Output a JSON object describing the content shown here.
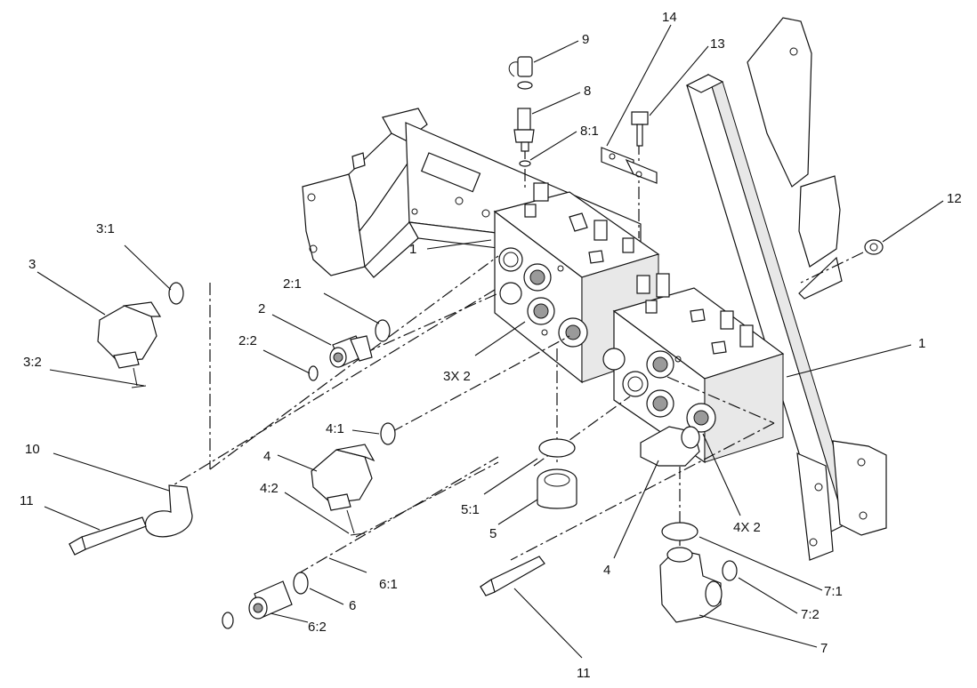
{
  "diagram": {
    "callouts": [
      {
        "id": "c-9",
        "text": "9"
      },
      {
        "id": "c-8",
        "text": "8"
      },
      {
        "id": "c-8-1",
        "text": "8:1"
      },
      {
        "id": "c-14",
        "text": "14"
      },
      {
        "id": "c-13",
        "text": "13"
      },
      {
        "id": "c-12",
        "text": "12"
      },
      {
        "id": "c-1-left",
        "text": "1"
      },
      {
        "id": "c-1-right",
        "text": "1"
      },
      {
        "id": "c-3-1",
        "text": "3:1"
      },
      {
        "id": "c-3",
        "text": "3"
      },
      {
        "id": "c-3-2",
        "text": "3:2"
      },
      {
        "id": "c-2-1",
        "text": "2:1"
      },
      {
        "id": "c-2",
        "text": "2"
      },
      {
        "id": "c-2-2",
        "text": "2:2"
      },
      {
        "id": "c-3x2",
        "text": "3X 2"
      },
      {
        "id": "c-4-1",
        "text": "4:1"
      },
      {
        "id": "c-4-upper",
        "text": "4"
      },
      {
        "id": "c-4-2",
        "text": "4:2"
      },
      {
        "id": "c-10",
        "text": "10"
      },
      {
        "id": "c-11-left",
        "text": "11"
      },
      {
        "id": "c-5-1",
        "text": "5:1"
      },
      {
        "id": "c-5",
        "text": "5"
      },
      {
        "id": "c-4-lower",
        "text": "4"
      },
      {
        "id": "c-4x2",
        "text": "4X 2"
      },
      {
        "id": "c-6-1",
        "text": "6:1"
      },
      {
        "id": "c-6",
        "text": "6"
      },
      {
        "id": "c-6-2",
        "text": "6:2"
      },
      {
        "id": "c-7-1",
        "text": "7:1"
      },
      {
        "id": "c-7-2",
        "text": "7:2"
      },
      {
        "id": "c-7",
        "text": "7"
      },
      {
        "id": "c-11-bottom",
        "text": "11"
      }
    ]
  }
}
